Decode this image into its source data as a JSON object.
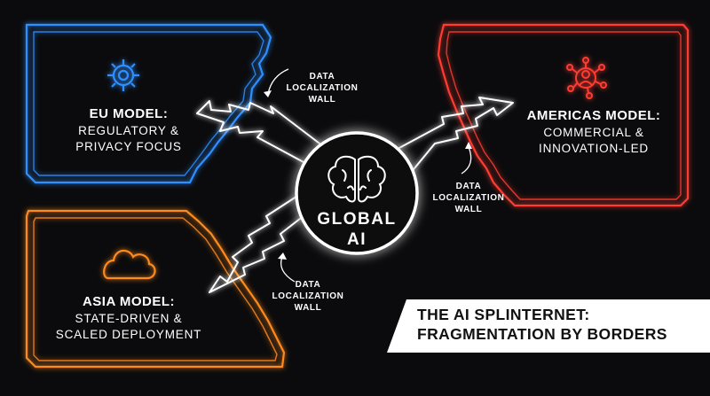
{
  "hub": {
    "label_line1": "GLOBAL",
    "label_line2": "AI",
    "icon": "brain-icon"
  },
  "regions": [
    {
      "id": "eu",
      "title": "EU MODEL:",
      "sub_line1": "REGULATORY &",
      "sub_line2": "PRIVACY FOCUS",
      "icon": "gear-icon",
      "color": "#2f8fff"
    },
    {
      "id": "americas",
      "title": "AMERICAS MODEL:",
      "sub_line1": "COMMERCIAL &",
      "sub_line2": "INNOVATION-LED",
      "icon": "network-person-icon",
      "color": "#ff3b30"
    },
    {
      "id": "asia",
      "title": "ASIA MODEL:",
      "sub_line1": "STATE-DRIVEN &",
      "sub_line2": "SCALED DEPLOYMENT",
      "icon": "cloud-icon",
      "color": "#ff8a1e"
    }
  ],
  "walls": [
    {
      "line1": "DATA",
      "line2": "LOCALIZATION",
      "line3": "WALL"
    },
    {
      "line1": "DATA",
      "line2": "LOCALIZATION",
      "line3": "WALL"
    },
    {
      "line1": "DATA",
      "line2": "LOCALIZATION",
      "line3": "WALL"
    }
  ],
  "banner": {
    "line1": "THE AI SPLINTERNET:",
    "line2": "FRAGMENTATION BY BORDERS"
  }
}
